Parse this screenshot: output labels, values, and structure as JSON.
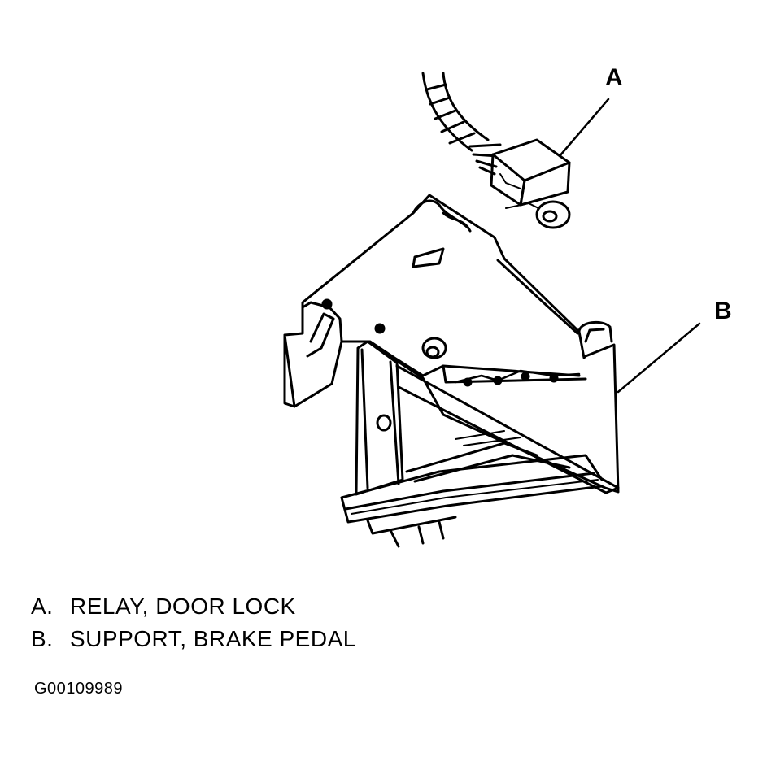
{
  "callouts": {
    "a": "A",
    "b": "B"
  },
  "legend": [
    {
      "key": "A.",
      "text": "RELAY, DOOR LOCK"
    },
    {
      "key": "B.",
      "text": "SUPPORT, BRAKE PEDAL"
    }
  ],
  "figure_id": "G00109989",
  "colors": {
    "ink": "#000000",
    "paper": "#ffffff"
  }
}
